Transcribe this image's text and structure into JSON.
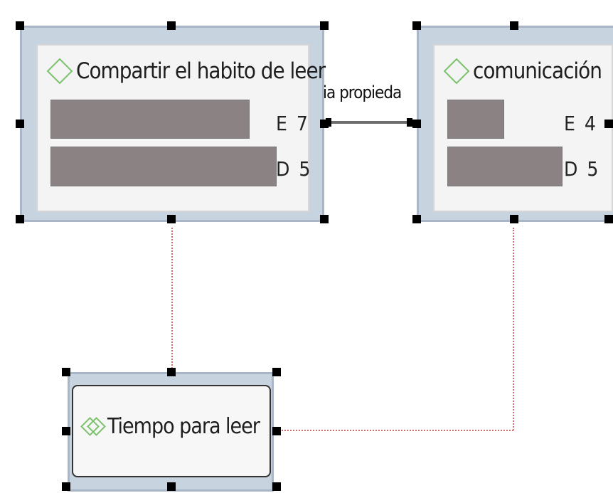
{
  "nodes": {
    "node1": {
      "title": "Compartir el habito de leer",
      "rows": [
        {
          "letter": "E",
          "value": "7",
          "fill": 0.9
        },
        {
          "letter": "D",
          "value": "5",
          "fill": 1.0
        }
      ]
    },
    "node2": {
      "title": "comunicación",
      "rows": [
        {
          "letter": "E",
          "value": "4",
          "fill": 0.47
        },
        {
          "letter": "D",
          "value": "5",
          "fill": 1.0
        }
      ]
    },
    "node3": {
      "title": "Tiempo para leer"
    }
  },
  "connector": {
    "label": "ia propieda"
  },
  "colors": {
    "frame": "#c8d3e0",
    "bar": "#8b8284",
    "icon": "#7bc16b",
    "dotted": "#d56f6f",
    "connector": "#6d6d6d"
  },
  "icons": {
    "node1": "diamond-icon",
    "node2": "diamond-icon",
    "node3": "double-diamond-icon"
  }
}
